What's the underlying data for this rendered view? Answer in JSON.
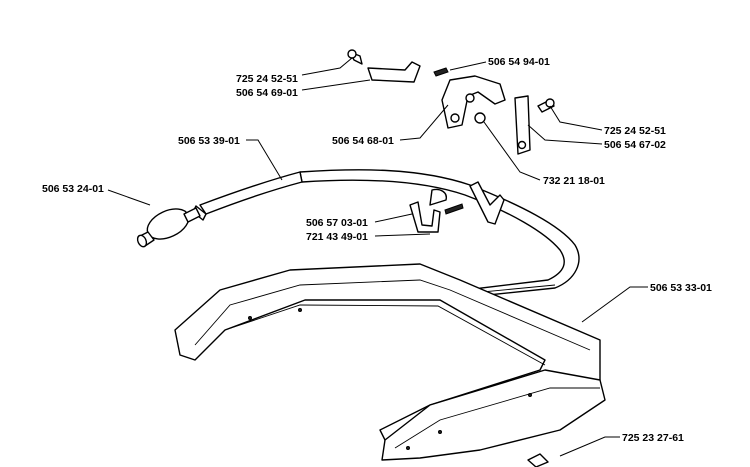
{
  "labels": {
    "l1": "725 24 52-51",
    "l2": "506 54 69-01",
    "l3": "506 54 94-01",
    "l4": "506 54 68-01",
    "l5": "725 24 52-51",
    "l6": "506 54 67-02",
    "l7": "732 21 18-01",
    "l8": "506 53 39-01",
    "l9": "506 53 24-01",
    "l10": "506 57 03-01",
    "l11": "721 43 49-01",
    "l12": "506 53 33-01",
    "l13": "725 23 27-61"
  }
}
